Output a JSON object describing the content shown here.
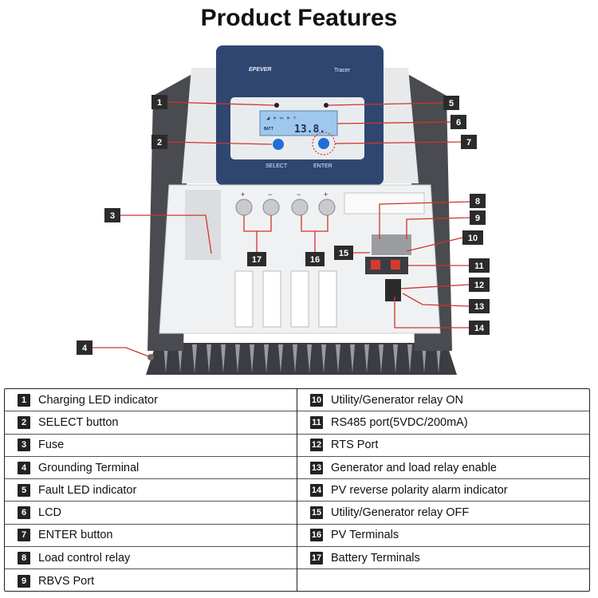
{
  "title": "Product Features",
  "device": {
    "brand": "EPEVER",
    "model": "Tracer",
    "lcd_reading": "13.8.",
    "select_label": "SELECT",
    "enter_label": "ENTER",
    "batt_tag": "BATT",
    "battery_terminal_signs": [
      "+",
      "−"
    ],
    "pv_terminal_signs": [
      "−",
      "+"
    ]
  },
  "callouts": [
    "1",
    "2",
    "3",
    "4",
    "5",
    "6",
    "7",
    "8",
    "9",
    "10",
    "11",
    "12",
    "13",
    "14",
    "15",
    "16",
    "17"
  ],
  "legend": {
    "left": [
      {
        "num": "1",
        "label": "Charging LED indicator"
      },
      {
        "num": "2",
        "label": "SELECT button"
      },
      {
        "num": "3",
        "label": "Fuse"
      },
      {
        "num": "4",
        "label": "Grounding Terminal"
      },
      {
        "num": "5",
        "label": "Fault LED indicator"
      },
      {
        "num": "6",
        "label": "LCD"
      },
      {
        "num": "7",
        "label": "ENTER button"
      },
      {
        "num": "8",
        "label": "Load control relay"
      },
      {
        "num": "9",
        "label": "RBVS Port"
      }
    ],
    "right": [
      {
        "num": "10",
        "label": "Utility/Generator relay ON"
      },
      {
        "num": "11",
        "label": "RS485 port(5VDC/200mA)"
      },
      {
        "num": "12",
        "label": "RTS Port"
      },
      {
        "num": "13",
        "label": "Generator and load relay enable"
      },
      {
        "num": "14",
        "label": "PV reverse polarity alarm indicator"
      },
      {
        "num": "15",
        "label": "Utility/Generator relay OFF"
      },
      {
        "num": "16",
        "label": "PV Terminals"
      },
      {
        "num": "17",
        "label": "Battery Terminals"
      },
      {
        "num": "",
        "label": ""
      }
    ]
  },
  "colors": {
    "panel_navy": "#2f4670",
    "lcd_blue": "#9fc8ee",
    "button_blue": "#1f6fd6",
    "callout_box": "#2b2b2b",
    "callout_line": "#d0342c",
    "enclosure": "#f0f1f2",
    "heatsink": "#3c3d42"
  }
}
